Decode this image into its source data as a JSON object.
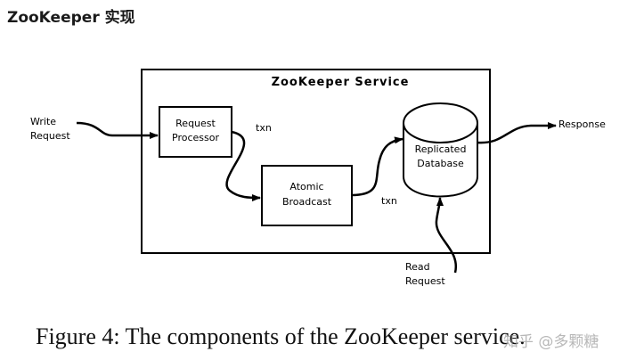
{
  "heading": "ZooKeeper 实现",
  "diagram": {
    "service_title": "ZooKeeper Service",
    "write_request": [
      "Write",
      "Request"
    ],
    "request_processor": [
      "Request",
      "Processor"
    ],
    "atomic_broadcast": [
      "Atomic",
      "Broadcast"
    ],
    "replicated_database": [
      "Replicated",
      "Database"
    ],
    "read_request": [
      "Read",
      "Request"
    ],
    "response": "Response",
    "txn_1": "txn",
    "txn_2": "txn"
  },
  "caption": "Figure 4: The components of the ZooKeeper service.",
  "watermark": "知乎 @多颗糖"
}
